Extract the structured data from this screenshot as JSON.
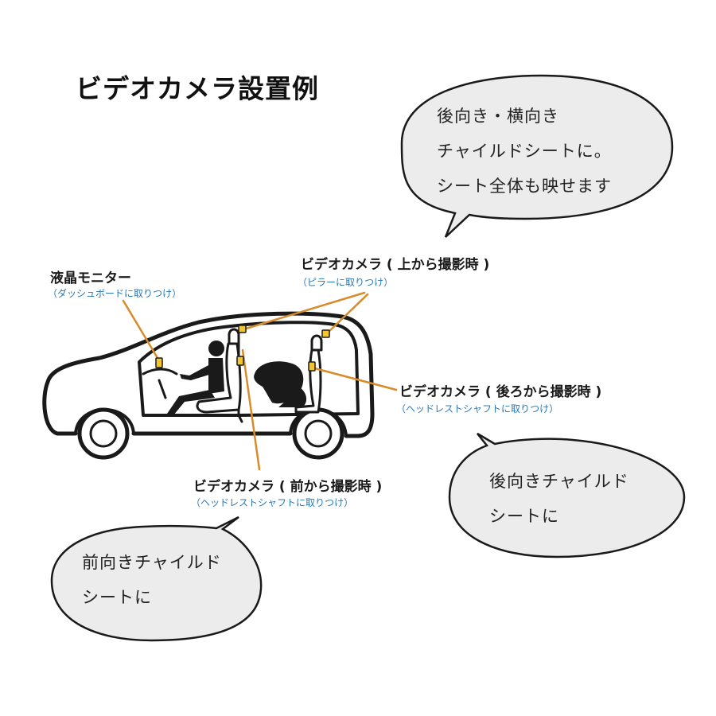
{
  "title": "ビデオカメラ設置例",
  "colors": {
    "accent_line": "#d98a2b",
    "camera_fill": "#f2c631",
    "sub_label": "#2a78b5",
    "bubble_fill": "#ececec",
    "outline": "#1a1a1a"
  },
  "labels": {
    "monitor": {
      "main": "液晶モニター",
      "sub": "（ダッシュボードに取りつけ）"
    },
    "camera_top": {
      "main": "ビデオカメラ ( 上から撮影時 )",
      "sub": "（ピラーに取りつけ）"
    },
    "camera_rear": {
      "main": "ビデオカメラ ( 後ろから撮影時 )",
      "sub": "（ヘッドレストシャフトに取りつけ）"
    },
    "camera_front": {
      "main": "ビデオカメラ ( 前から撮影時 )",
      "sub": "（ヘッドレストシャフトに取りつけ）"
    }
  },
  "bubbles": {
    "top": {
      "lines": [
        "後向き・横向き",
        "チャイルドシートに。",
        "シート全体も映せます"
      ]
    },
    "right": {
      "lines": [
        "後向きチャイルド",
        "シートに"
      ]
    },
    "left": {
      "lines": [
        "前向きチャイルド",
        "シートに"
      ]
    }
  },
  "icons": {
    "car": "car-side-icon",
    "driver": "driver-figure-icon",
    "child_seat": "child-seat-icon",
    "camera": "camera-marker-icon"
  }
}
